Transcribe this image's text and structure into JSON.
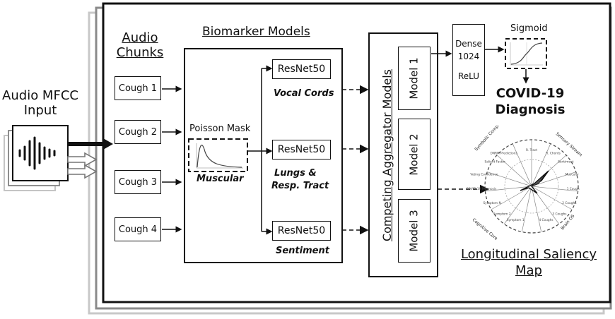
{
  "input": {
    "title_line1": "Audio MFCC",
    "title_line2": "Input"
  },
  "audio_chunks": {
    "title_line1": "Audio",
    "title_line2": "Chunks",
    "items": [
      "Cough 1",
      "Cough 2",
      "Cough 3",
      "Cough 4"
    ]
  },
  "biomarker_models": {
    "title": "Biomarker Models",
    "poisson_mask": "Poisson Mask",
    "muscular": "Muscular",
    "resnets": [
      {
        "label": "ResNet50",
        "caption_line1": "Vocal Cords",
        "caption_line2": ""
      },
      {
        "label": "ResNet50",
        "caption_line1": "Lungs &",
        "caption_line2": "Resp. Tract"
      },
      {
        "label": "ResNet50",
        "caption_line1": "Sentiment",
        "caption_line2": ""
      }
    ]
  },
  "aggregator": {
    "title": "Competing Aggregator Models",
    "models": [
      "Model 1",
      "Model 2",
      "Model 3"
    ]
  },
  "dense": {
    "line1": "Dense",
    "line2": "1024",
    "line3": "ReLU"
  },
  "sigmoid": {
    "label": "Sigmoid"
  },
  "output": {
    "line1": "COVID-19",
    "line2": "Diagnosis"
  },
  "saliency": {
    "title_line1": "Longitudinal Saliency",
    "title_line2": "Map",
    "outer_labels": [
      "Symbolic Comp.",
      "Sensory Stream",
      "Cognitive Core",
      "Brain OS"
    ],
    "spokes": [
      "R. Tract",
      "R. Chords",
      "Sentiment",
      "Muscular",
      "1 Cough",
      "2 Coughs",
      "3 Coughs",
      "4 Coughs",
      "Symptom 1",
      "Symptom 2",
      "Symptom N",
      "COVID-19 Prognosis",
      "Voting Confidence",
      "Salient Factor",
      "DNRM Predictions"
    ]
  }
}
